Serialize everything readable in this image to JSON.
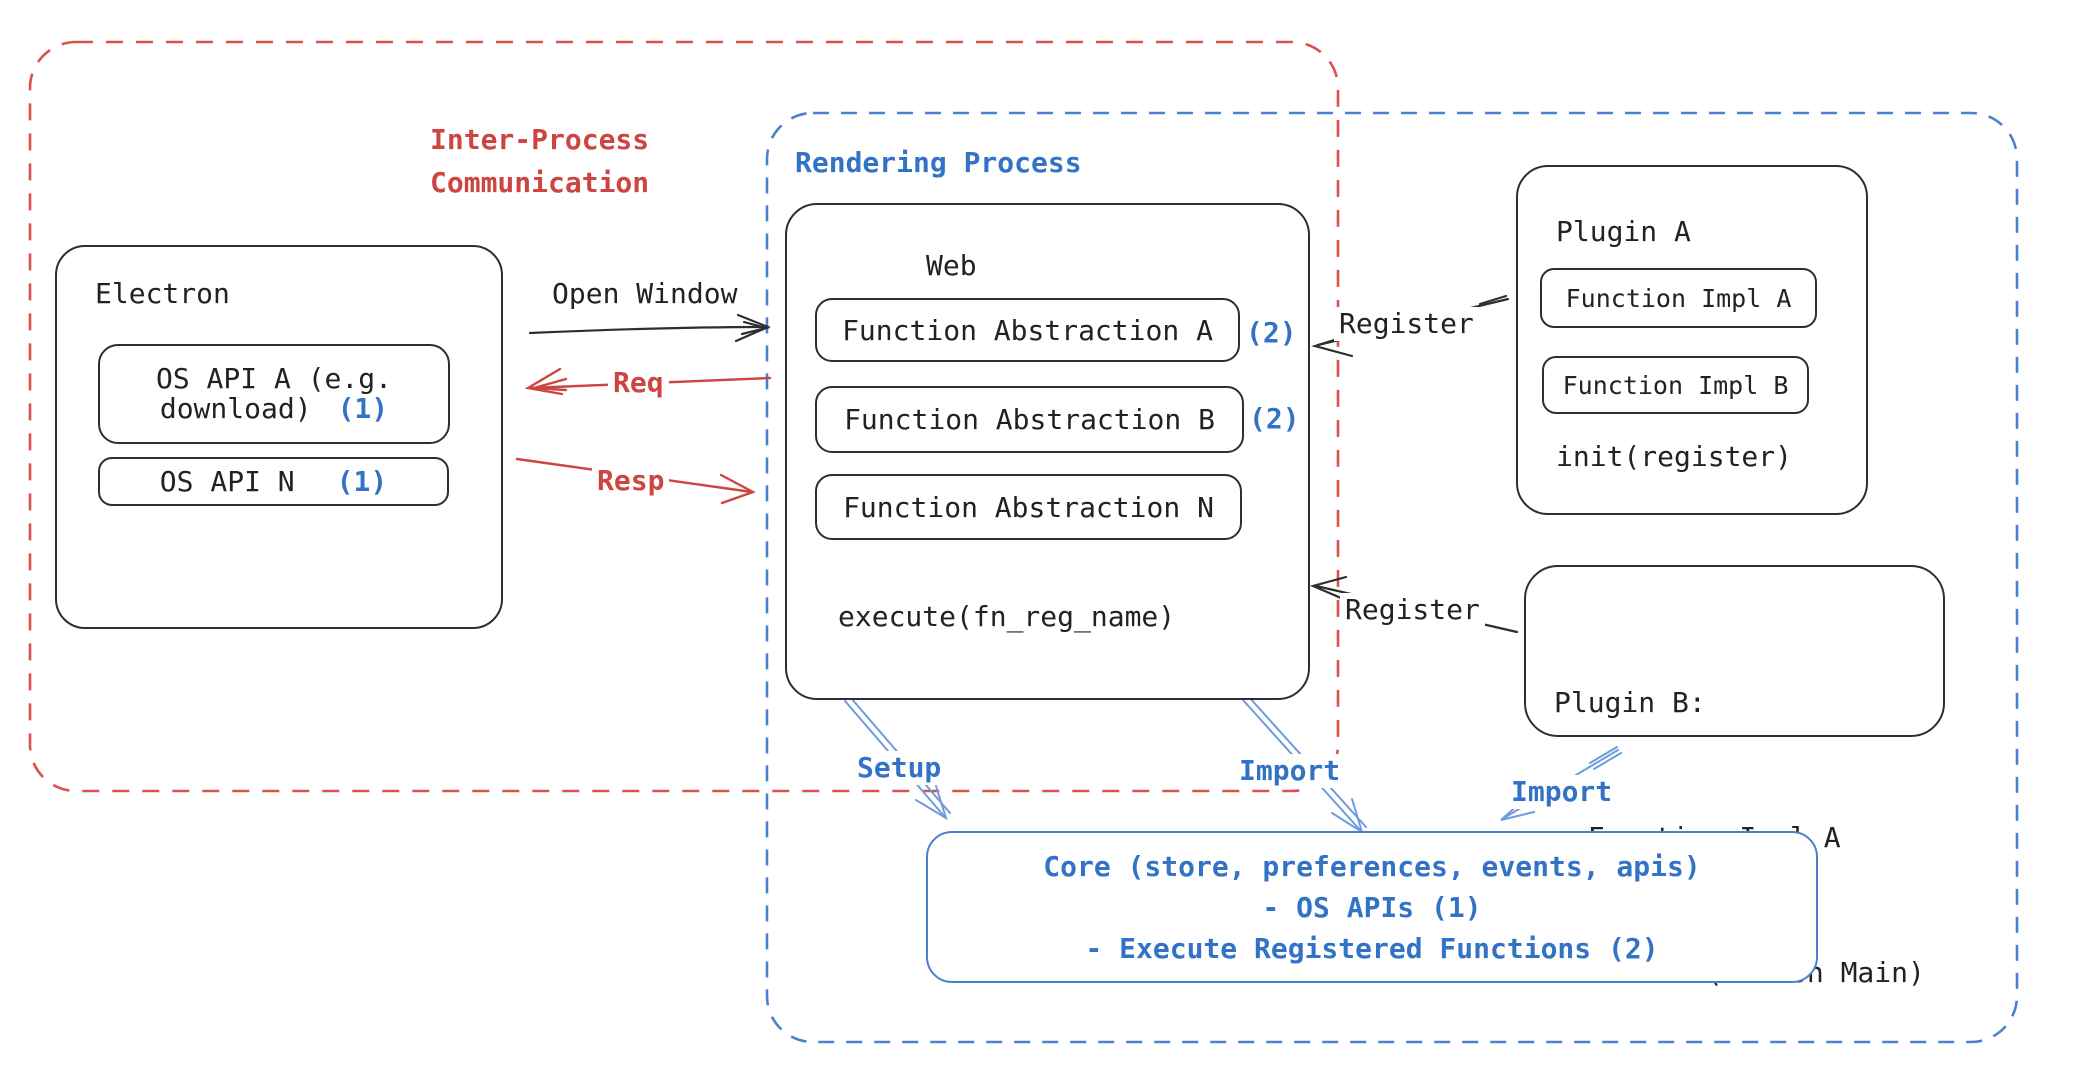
{
  "colors": {
    "red": "#cd4541",
    "blue": "#3273c5",
    "arrow_blue": "#6f9bdc",
    "stroke_black": "#2e2e2e"
  },
  "ipc_group": {
    "title": "Inter-Process\nCommunication"
  },
  "rendering_group": {
    "title": "Rendering Process"
  },
  "electron": {
    "title": "Electron",
    "os_api_a_line1": "OS API A (e.g.",
    "os_api_a_line2": "download)",
    "os_api_a_ref": "(1)",
    "os_api_n": "OS API N",
    "os_api_n_ref": "(1)"
  },
  "web": {
    "title": "Web",
    "fn_abstraction_a": "Function Abstraction A",
    "fn_abstraction_a_ref": "(2)",
    "fn_abstraction_b": "Function Abstraction B",
    "fn_abstraction_b_ref": "(2)",
    "fn_abstraction_n": "Function Abstraction N",
    "execute": "execute(fn_reg_name)"
  },
  "plugin_a": {
    "title": "Plugin A",
    "fn_impl_a": "Function Impl A",
    "fn_impl_b": "Function Impl B",
    "init": "init(register)"
  },
  "plugin_b": {
    "line1": "Plugin B:",
    "line2": "- Function Impl A",
    "line3": "- Module (run on Main)"
  },
  "core": {
    "line1": "Core (store, preferences, events, apis)",
    "line2": "- OS APIs (1)",
    "line3": "- Execute Registered Functions (2)"
  },
  "arrows": {
    "open_window": "Open Window",
    "req": "Req",
    "resp": "Resp",
    "register_plugin_a": "Register",
    "register_plugin_b": "Register",
    "setup": "Setup",
    "import_web_core": "Import",
    "import_plugin_core": "Import"
  }
}
